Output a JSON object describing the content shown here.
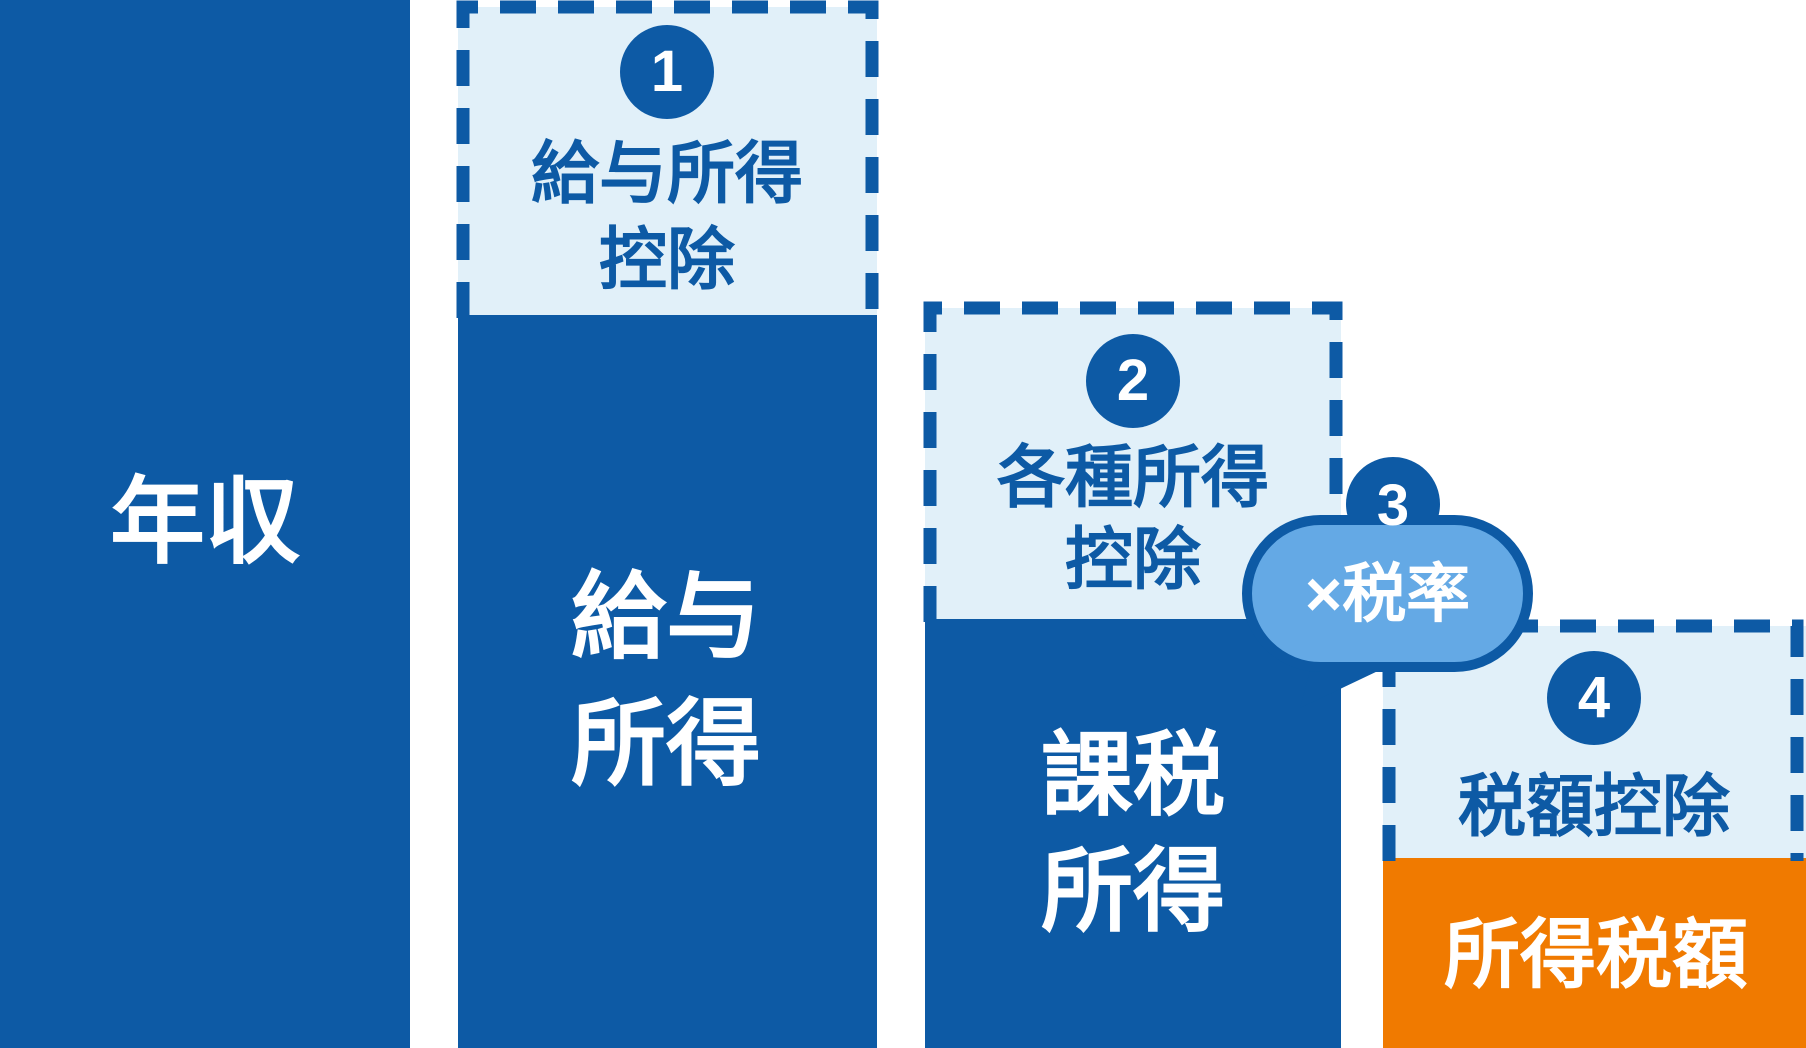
{
  "diagram": {
    "type": "income-tax-calculation-flow",
    "columns": [
      {
        "id": "annual-income",
        "bar_label": "年収",
        "bar_color": "#0d5aa5"
      },
      {
        "id": "employment-income",
        "badge": "1",
        "deduction_label_line1": "給与所得",
        "deduction_label_line2": "控除",
        "bar_label_line1": "給与",
        "bar_label_line2": "所得",
        "bar_color": "#0d5aa5"
      },
      {
        "id": "taxable-income",
        "badge": "2",
        "deduction_label_line1": "各種所得",
        "deduction_label_line2": "控除",
        "bar_label_line1": "課税",
        "bar_label_line2": "所得",
        "bar_color": "#0d5aa5"
      },
      {
        "id": "income-tax-amount",
        "badge": "4",
        "deduction_label_line1": "税額控除",
        "bar_label_line1": "所得税額",
        "bar_color": "#f07a00"
      }
    ],
    "bubble": {
      "badge": "3",
      "label": "×税率"
    },
    "colors": {
      "dark_blue": "#0d5aa5",
      "light_blue": "#e1f0f9",
      "bubble_blue": "#64a9e5",
      "orange": "#f07a00",
      "text_on_dark": "#ffffff",
      "background": "#ffffff"
    }
  }
}
